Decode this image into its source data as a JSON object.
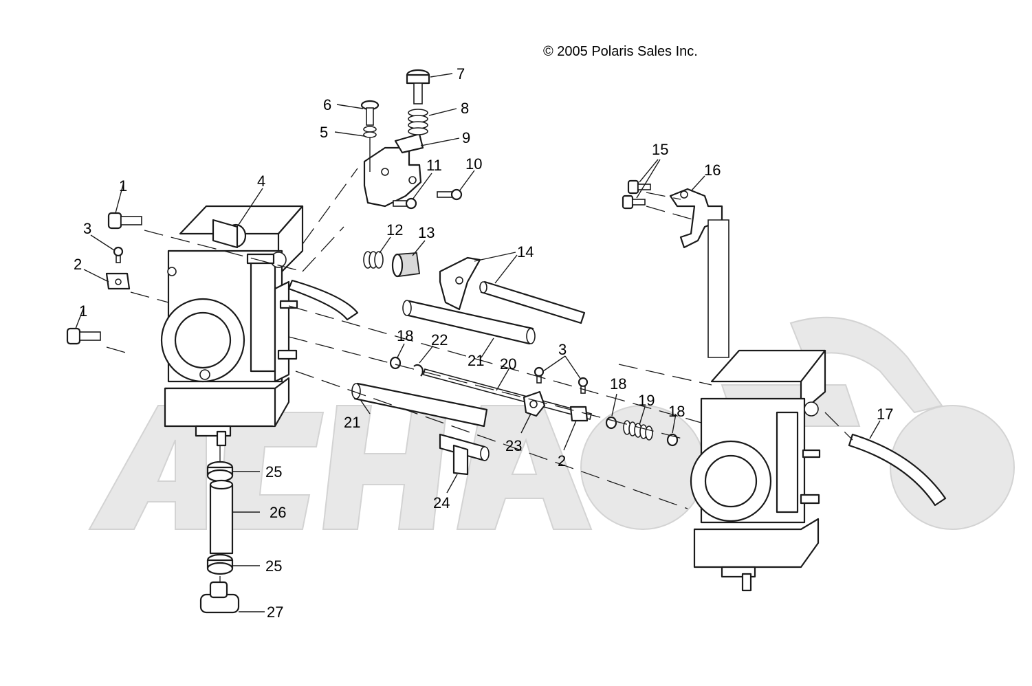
{
  "copyright": "© 2005 Polaris Sales Inc.",
  "callouts": {
    "c1a": "1",
    "c1b": "1",
    "c2a": "2",
    "c2b": "2",
    "c3a": "3",
    "c3b": "3",
    "c4": "4",
    "c5": "5",
    "c6": "6",
    "c7": "7",
    "c8": "8",
    "c9": "9",
    "c10": "10",
    "c11": "11",
    "c12": "12",
    "c13": "13",
    "c14": "14",
    "c15": "15",
    "c16": "16",
    "c17": "17",
    "c18a": "18",
    "c18b": "18",
    "c18c": "18",
    "c19": "19",
    "c20": "20",
    "c21a": "21",
    "c21b": "21",
    "c22": "22",
    "c23": "23",
    "c24": "24",
    "c25a": "25",
    "c25b": "25",
    "c26": "26",
    "c27": "27"
  },
  "colors": {
    "line": "#1a1a1a",
    "watermark": "#e6e6e6",
    "background": "#ffffff"
  }
}
